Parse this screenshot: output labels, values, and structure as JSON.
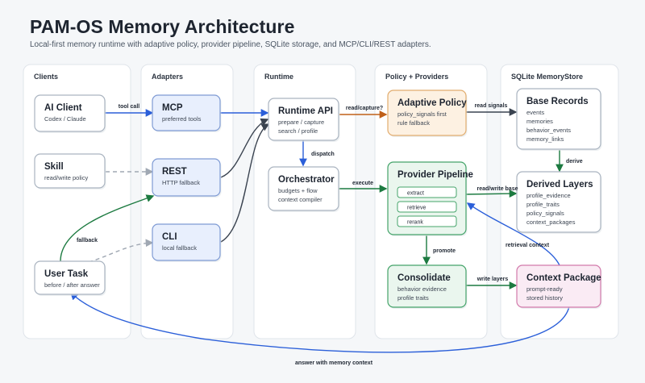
{
  "title": "PAM-OS Memory Architecture",
  "subtitle": "Local-first memory runtime with adaptive policy, provider pipeline, SQLite storage, and MCP/CLI/REST adapters.",
  "lanes": [
    {
      "key": "clients",
      "label": "Clients"
    },
    {
      "key": "adapters",
      "label": "Adapters"
    },
    {
      "key": "runtime",
      "label": "Runtime"
    },
    {
      "key": "policy",
      "label": "Policy + Providers"
    },
    {
      "key": "store",
      "label": "SQLite MemoryStore"
    }
  ],
  "nodes": {
    "ai_client": {
      "title": "AI Client",
      "lines": [
        "Codex / Claude"
      ]
    },
    "skill": {
      "title": "Skill",
      "lines": [
        "read/write policy"
      ]
    },
    "user_task": {
      "title": "User Task",
      "lines": [
        "before / after answer"
      ]
    },
    "mcp": {
      "title": "MCP",
      "lines": [
        "preferred tools"
      ]
    },
    "rest": {
      "title": "REST",
      "lines": [
        "HTTP fallback"
      ]
    },
    "cli": {
      "title": "CLI",
      "lines": [
        "local fallback"
      ]
    },
    "runtime_api": {
      "title": "Runtime API",
      "lines": [
        "prepare / capture",
        "search / profile"
      ]
    },
    "orchestrator": {
      "title": "Orchestrator",
      "lines": [
        "budgets + flow",
        "context compiler"
      ]
    },
    "adaptive_policy": {
      "title": "Adaptive Policy",
      "lines": [
        "policy_signals first",
        "rule fallback"
      ]
    },
    "provider_pipeline": {
      "title": "Provider Pipeline",
      "steps": [
        "extract",
        "retrieve",
        "rerank"
      ]
    },
    "consolidate": {
      "title": "Consolidate",
      "lines": [
        "behavior evidence",
        "profile traits"
      ]
    },
    "base_records": {
      "title": "Base Records",
      "lines": [
        "events",
        "memories",
        "behavior_events",
        "memory_links"
      ]
    },
    "derived_layers": {
      "title": "Derived Layers",
      "lines": [
        "profile_evidence",
        "profile_traits",
        "policy_signals",
        "context_packages"
      ]
    },
    "context_package": {
      "title": "Context Package",
      "lines": [
        "prompt-ready",
        "stored history"
      ]
    }
  },
  "edges": {
    "tool_call": "tool call",
    "fallback": "fallback",
    "read_capture": "read/capture?",
    "read_signals": "read signals",
    "dispatch": "dispatch",
    "execute": "execute",
    "derive": "derive",
    "read_write_base": "read/write base",
    "promote": "promote",
    "write_layers": "write layers",
    "retrieval_context": "retrieval context",
    "answer": "answer with memory context"
  },
  "colors": {
    "lane_bg": "#ffffff",
    "lane_border": "#dfe4ea",
    "neutral_fill": "#ffffff",
    "neutral_stroke": "#aab4c0",
    "adapter_fill": "#e8effd",
    "adapter_stroke": "#7f9bd4",
    "policy_fill": "#fdf1e2",
    "policy_stroke": "#e2ad6f",
    "provider_fill": "#eaf6ee",
    "provider_stroke": "#45a46a",
    "package_fill": "#faebf4",
    "package_stroke": "#d27aab",
    "blue": "#2b5fd9",
    "dark": "#3a4350",
    "orange": "#c06019",
    "green": "#1c7a40",
    "gray_dash": "#a0a8b3"
  }
}
